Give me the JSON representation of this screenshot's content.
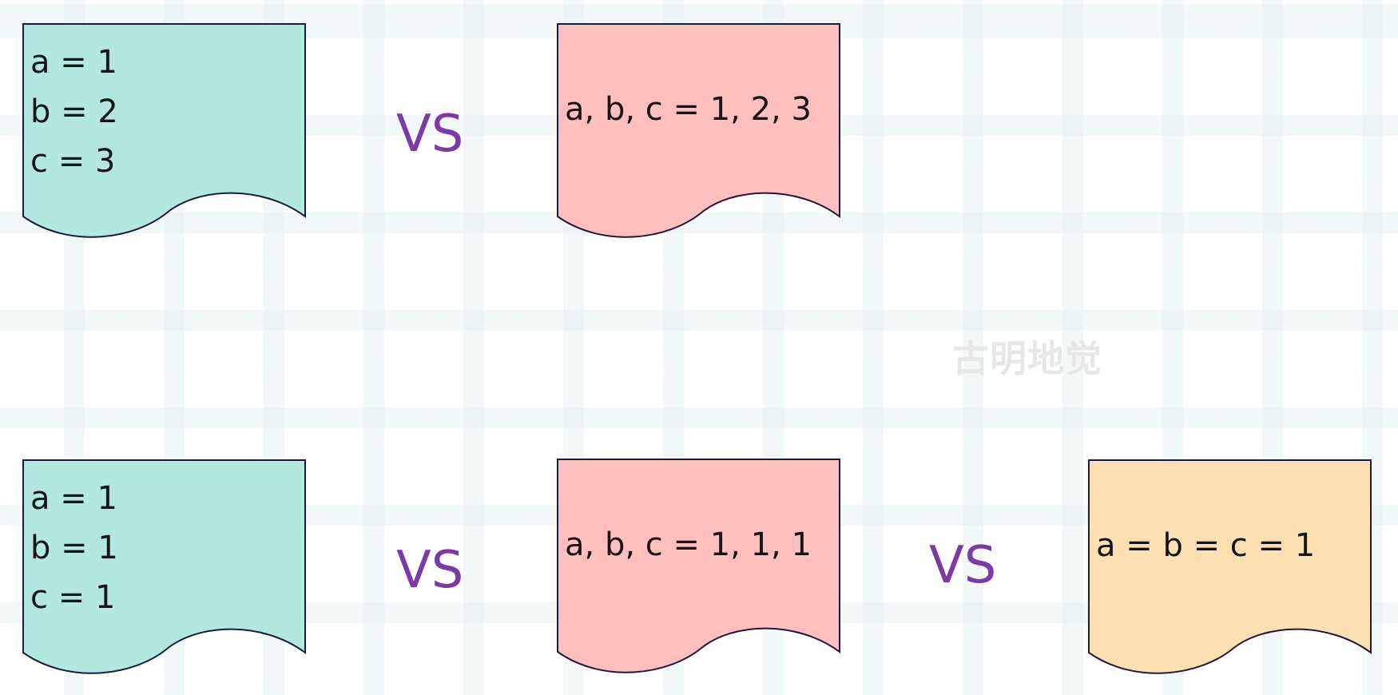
{
  "colors": {
    "teal": "#b3e8e1",
    "pink": "#ffbfbf",
    "orange": "#fde0b2",
    "stroke": "#1c1a3e",
    "vs": "#7b3aa6",
    "watermark": "#e7e7e7"
  },
  "row1": {
    "separate_lines": [
      "a = 1",
      "b = 2",
      "c = 3"
    ],
    "vs": "VS",
    "tuple_assign": "a, b, c = 1, 2, 3"
  },
  "row2": {
    "separate_lines": [
      "a = 1",
      "b = 1",
      "c = 1"
    ],
    "vs1": "VS",
    "tuple_assign": "a, b, c = 1, 1, 1",
    "vs2": "VS",
    "chain_assign": "a = b = c = 1"
  },
  "watermark": "古明地觉"
}
